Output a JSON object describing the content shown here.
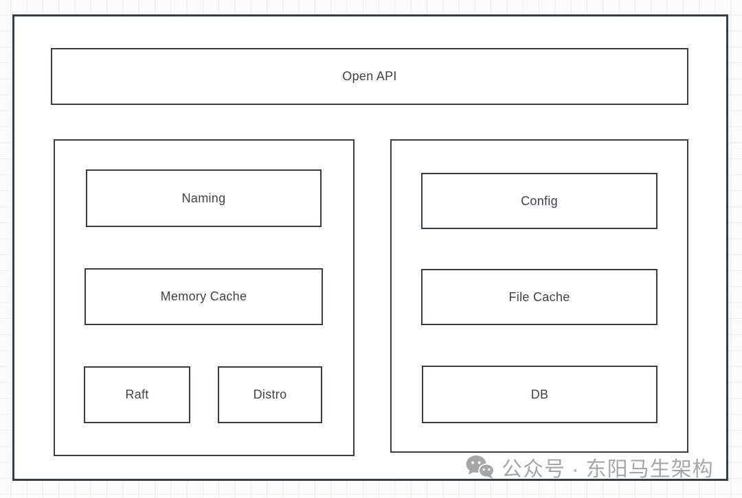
{
  "diagram": {
    "nodes": {
      "open_api": "Open API",
      "naming": "Naming",
      "memory_cache": "Memory Cache",
      "raft": "Raft",
      "distro": "Distro",
      "config": "Config",
      "file_cache": "File Cache",
      "db": "DB"
    }
  },
  "watermark": {
    "icon": "wechat-icon",
    "text": "公众号 · 东阳马生架构"
  },
  "colors": {
    "border": "#353d48",
    "node_text": "#3d434b",
    "watermark": "#a6a6a6",
    "grid_line": "#ececec",
    "canvas_background": "#ffffff"
  }
}
